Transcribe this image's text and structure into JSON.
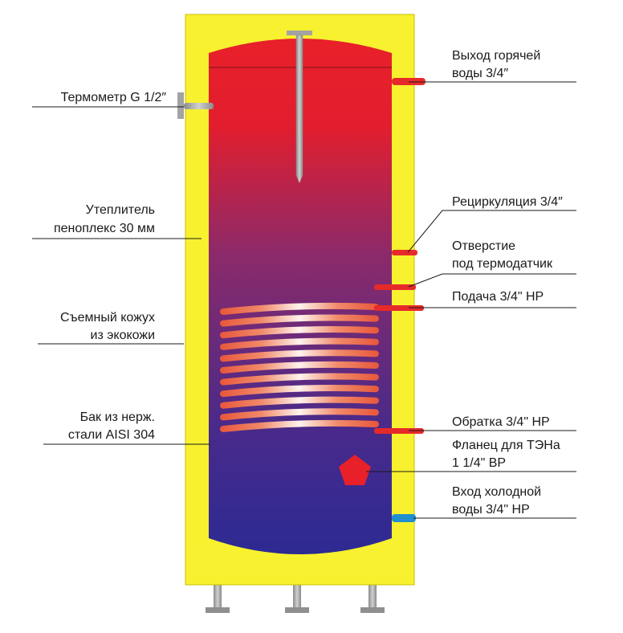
{
  "labels_left": {
    "thermometer": "Термометр G 1/2″",
    "insulation_line1": "Утеплитель",
    "insulation_line2": "пеноплекс 30 мм",
    "casing_line1": "Съемный кожух",
    "casing_line2": "из экокожи",
    "tank_line1": "Бак из нерж.",
    "tank_line2": "стали AISI 304"
  },
  "labels_right": {
    "hot_out_line1": "Выход горячей",
    "hot_out_line2": "воды 3/4″",
    "recirc": "Рециркуляция 3/4″",
    "sensor_line1": "Отверстие",
    "sensor_line2": "под термодатчик",
    "supply": "Подача 3/4\" НР",
    "return": "Обратка 3/4\" НР",
    "flange_line1": "Фланец для ТЭНа",
    "flange_line2": "1 1/4\" ВР",
    "cold_in_line1": "Вход холодной",
    "cold_in_line2": "воды 3/4\" НР"
  },
  "colors": {
    "insulation": "#f7f12f",
    "hot": "#e8202a",
    "cold": "#2c2a93",
    "pipe": "#e62a2a",
    "cold_pipe": "#1f8fd0",
    "steel": "#a3a3a3"
  }
}
